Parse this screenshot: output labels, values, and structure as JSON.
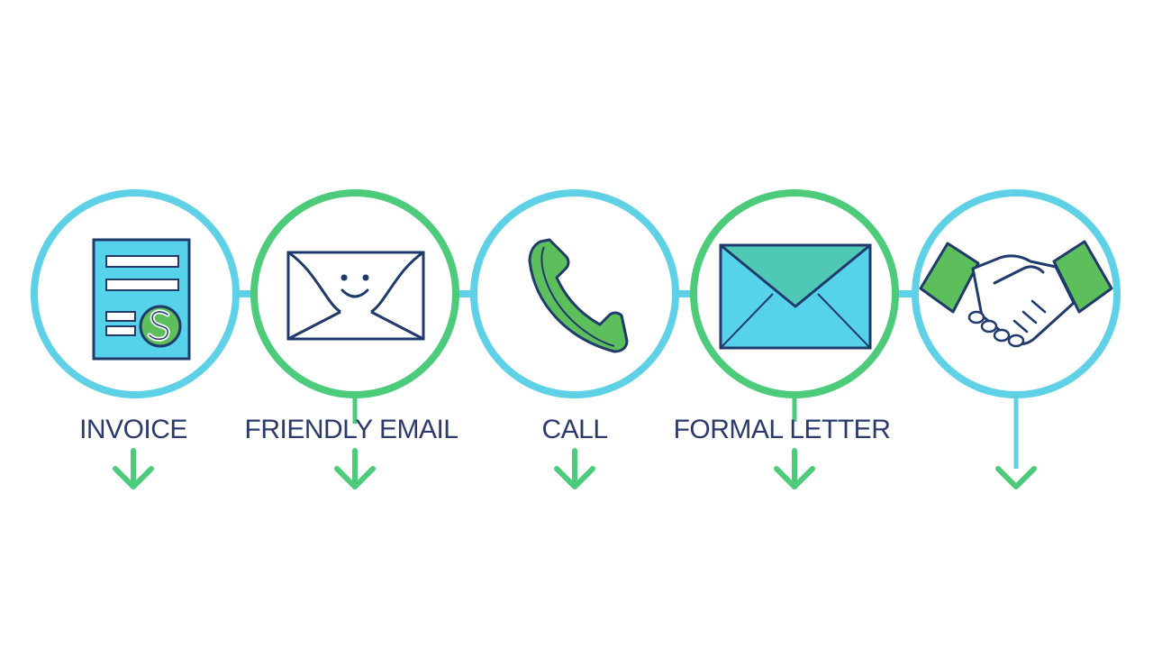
{
  "steps": [
    {
      "label": "INVOICE",
      "icon": "invoice-dollar-icon",
      "ring": "blue"
    },
    {
      "label": "FRIENDLY EMAIL",
      "icon": "smiley-envelope-icon",
      "ring": "green"
    },
    {
      "label": "CALL",
      "icon": "phone-handset-icon",
      "ring": "blue"
    },
    {
      "label": "FORMAL LETTER",
      "icon": "envelope-icon",
      "ring": "green"
    },
    {
      "label": "",
      "icon": "handshake-icon",
      "ring": "blue"
    }
  ],
  "colors": {
    "ring_blue": "#5fd1e6",
    "ring_green": "#4ccb7a",
    "arrow_green": "#4ccb7a",
    "text_navy": "#2b3a6b",
    "outline_navy": "#1f3a6b",
    "fill_cyan": "#56d3ea",
    "fill_green": "#5cbf5c"
  }
}
